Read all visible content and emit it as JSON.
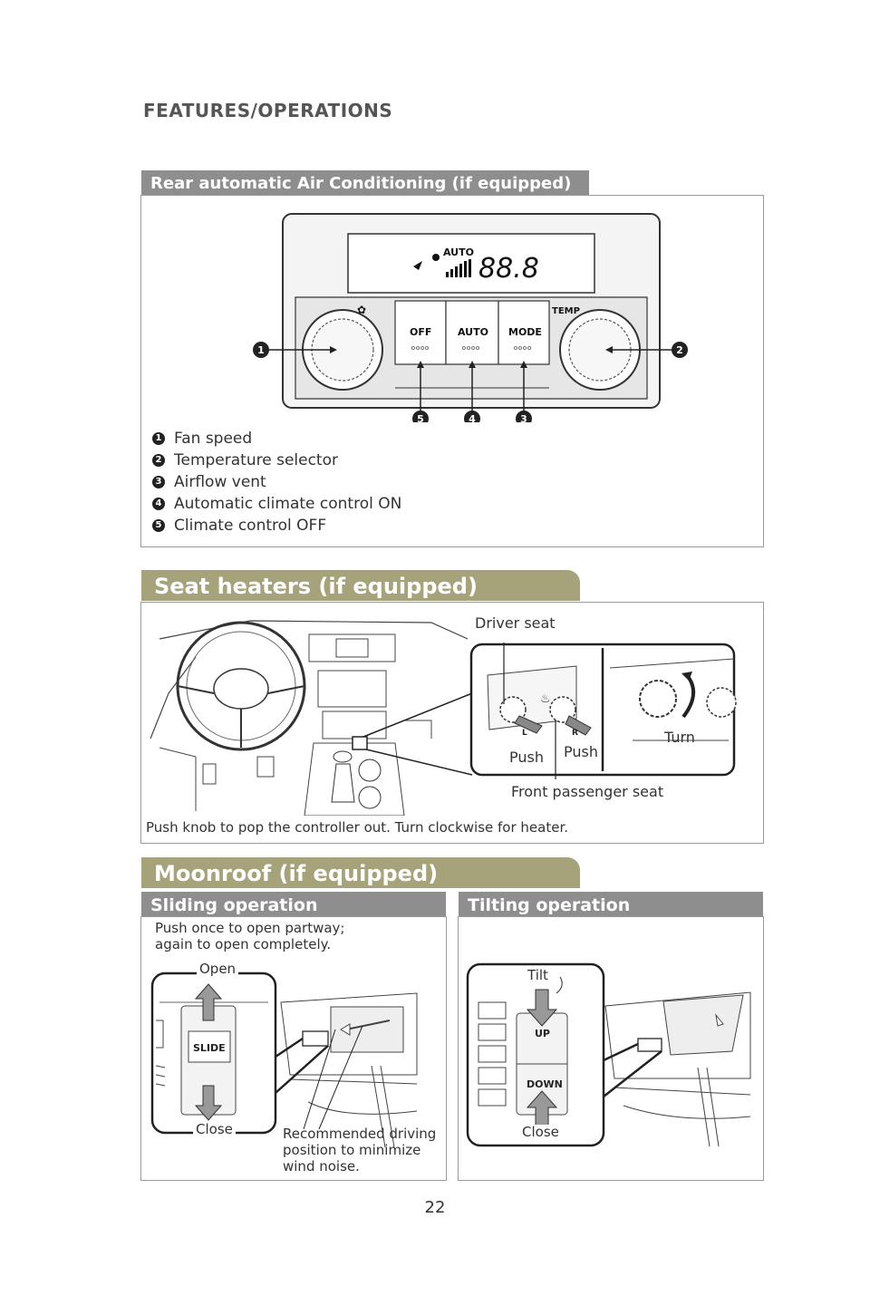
{
  "header": {
    "title": "FEATURES/OPERATIONS"
  },
  "ac": {
    "title": "Rear automatic Air Conditioning (if equipped)",
    "display_auto": "AUTO",
    "display_value": "88.8",
    "temp_label": "TEMP",
    "buttons": [
      "OFF",
      "AUTO",
      "MODE"
    ],
    "callouts": [
      "1",
      "2",
      "3",
      "4",
      "5"
    ],
    "legend": [
      {
        "num": "1",
        "text": "Fan speed"
      },
      {
        "num": "2",
        "text": "Temperature selector"
      },
      {
        "num": "3",
        "text": "Airflow vent"
      },
      {
        "num": "4",
        "text": "Automatic climate control ON"
      },
      {
        "num": "5",
        "text": "Climate control OFF"
      }
    ]
  },
  "seat": {
    "title": "Seat heaters (if equipped)",
    "driver_seat": "Driver seat",
    "push_left": "Push",
    "push_right": "Push",
    "turn": "Turn",
    "knob_l": "L",
    "knob_r": "R",
    "front_passenger_seat": "Front passenger seat",
    "caption": "Push knob to pop the controller out. Turn clockwise for heater."
  },
  "moonroof": {
    "title": "Moonroof (if equipped)",
    "sliding": {
      "title": "Sliding operation",
      "instruction_line1": "Push once to open partway;",
      "instruction_line2": "again to open completely.",
      "open": "Open",
      "slide": "SLIDE",
      "close": "Close",
      "note_line1": "Recommended driving",
      "note_line2": "position to minimize",
      "note_line3": "wind noise."
    },
    "tilting": {
      "title": "Tilting operation",
      "tilt": "Tilt",
      "up": "UP",
      "down": "DOWN",
      "close": "Close"
    }
  },
  "footer": {
    "page_number": "22"
  }
}
